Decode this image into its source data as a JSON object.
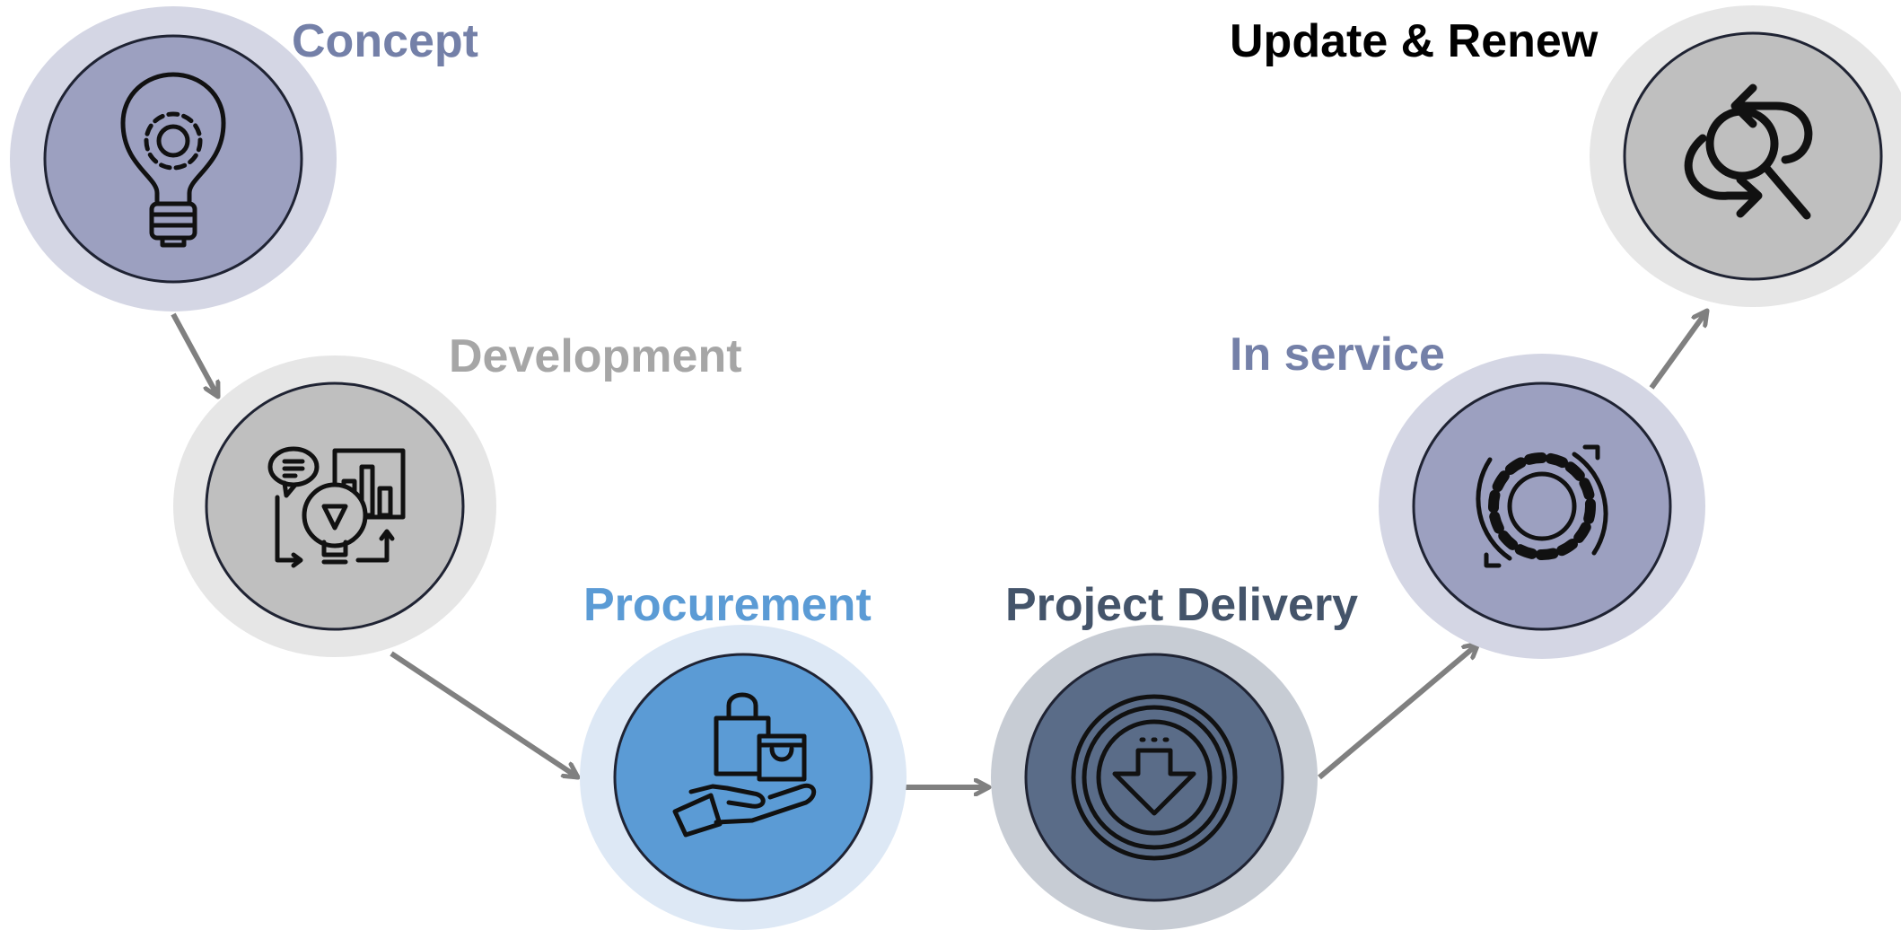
{
  "stages": [
    {
      "id": "concept",
      "label": "Concept",
      "icon": "lightbulb-gear-icon",
      "label_color": "#7480A8",
      "halo_color": "#D4D6E4",
      "fill_color": "#9CA0C0"
    },
    {
      "id": "development",
      "label": "Development",
      "icon": "idea-chart-icon",
      "label_color": "#A6A6A6",
      "halo_color": "#E6E6E6",
      "fill_color": "#BFBFBF"
    },
    {
      "id": "procurement",
      "label": "Procurement",
      "icon": "shopping-hand-icon",
      "label_color": "#5B9BD5",
      "halo_color": "#DDE8F5",
      "fill_color": "#5B9BD5"
    },
    {
      "id": "project-delivery",
      "label": "Project Delivery",
      "icon": "download-circle-icon",
      "label_color": "#44546A",
      "halo_color": "#C7CCD4",
      "fill_color": "#5A6C88"
    },
    {
      "id": "in-service",
      "label": "In service",
      "icon": "gear-cycle-icon",
      "label_color": "#7480A8",
      "halo_color": "#D4D6E4",
      "fill_color": "#9CA0C0"
    },
    {
      "id": "update-renew",
      "label": "Update & Renew",
      "icon": "search-refresh-icon",
      "label_color": "#000000",
      "halo_color": "#E6E6E6",
      "fill_color": "#BFBFBF"
    }
  ],
  "arrow_color": "#808080",
  "icon_stroke": "#111111",
  "ring_stroke": "#1F2333"
}
